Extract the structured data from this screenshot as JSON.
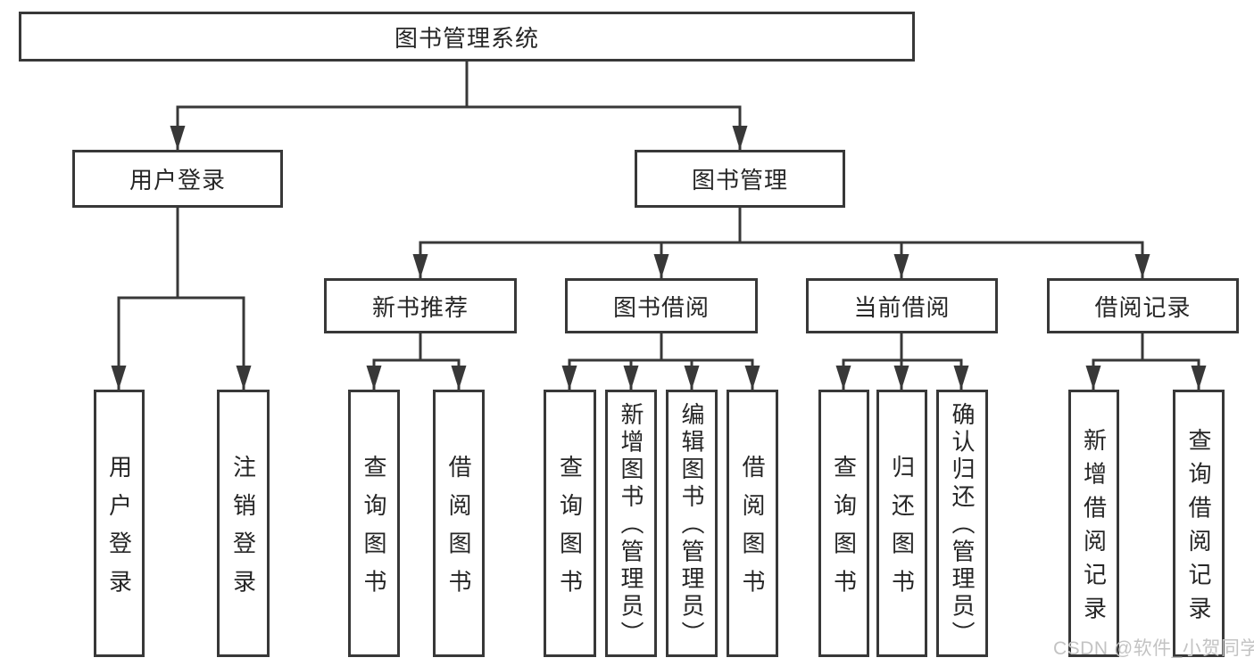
{
  "diagram": {
    "root": {
      "label": "图书管理系统"
    },
    "level2": [
      {
        "label": "用户登录"
      },
      {
        "label": "图书管理"
      }
    ],
    "level3": [
      {
        "label": "新书推荐"
      },
      {
        "label": "图书借阅"
      },
      {
        "label": "当前借阅"
      },
      {
        "label": "借阅记录"
      }
    ],
    "leaves": [
      {
        "label": "用户登录"
      },
      {
        "label": "注销登录"
      },
      {
        "label": "查询图书"
      },
      {
        "label": "借阅图书"
      },
      {
        "label": "查询图书"
      },
      {
        "label": "新增图书（管理员）"
      },
      {
        "label": "编辑图书（管理员）"
      },
      {
        "label": "借阅图书"
      },
      {
        "label": "查询图书"
      },
      {
        "label": "归还图书"
      },
      {
        "label": "确认归还（管理员）"
      },
      {
        "label": "新增借阅记录"
      },
      {
        "label": "查询借阅记录"
      }
    ],
    "watermark": "CSDN @软件_小贺同学",
    "colors": {
      "line": "#383838",
      "text": "#262626",
      "background": "#ffffff",
      "watermark": "#c3c3c3"
    }
  }
}
